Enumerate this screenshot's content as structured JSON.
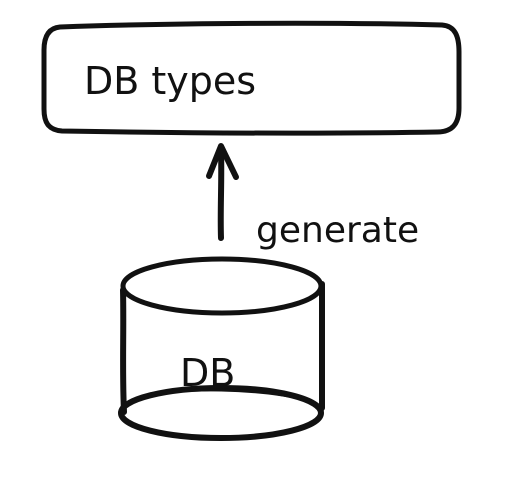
{
  "diagram": {
    "top_box": {
      "label": "DB types"
    },
    "arrow": {
      "label": "generate"
    },
    "database": {
      "label": "DB"
    }
  }
}
